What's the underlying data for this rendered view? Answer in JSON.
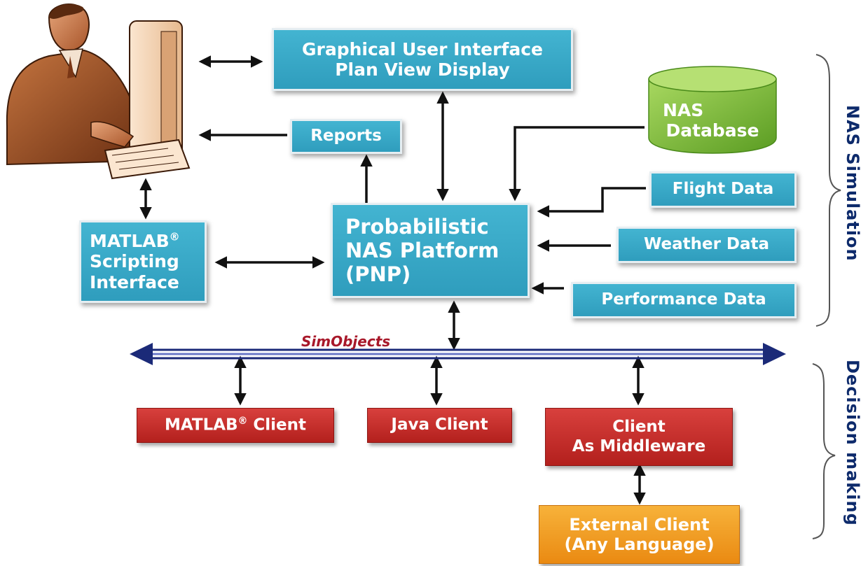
{
  "boxes": {
    "gui": {
      "line1": "Graphical User Interface",
      "line2": "Plan View Display"
    },
    "reports": {
      "label": "Reports"
    },
    "matlab_scripting": {
      "line1": "MATLAB",
      "line1_sup": "®",
      "line2": "Scripting",
      "line3": "Interface"
    },
    "pnp": {
      "line1": "Probabilistic",
      "line2": "NAS Platform",
      "line3": "(PNP)"
    },
    "nas_db": {
      "line1": "NAS",
      "line2": "Database"
    },
    "flight_data": {
      "label": "Flight Data"
    },
    "weather_data": {
      "label": "Weather Data"
    },
    "performance_data": {
      "label": "Performance Data"
    },
    "matlab_client": {
      "label_main": "MATLAB",
      "label_sup": "®",
      "label_tail": " Client"
    },
    "java_client": {
      "label": "Java Client"
    },
    "middleware": {
      "line1": "Client",
      "line2": "As Middleware"
    },
    "external": {
      "line1": "External Client",
      "line2": "(Any Language)"
    }
  },
  "bus": {
    "label": "SimObjects"
  },
  "braces": {
    "nas_simulation": "NAS Simulation",
    "decision_making": "Decision making"
  },
  "colors": {
    "blue_box": "#3aa9c8",
    "red_box": "#c92f2c",
    "orange_box": "#f09b1f",
    "database": "#7dbf3a",
    "bus": "#1b2a78",
    "label_navy": "#0d2a6b",
    "simobjects": "#a8182a"
  },
  "icons": {
    "user": "person-at-computer-icon",
    "database": "database-cylinder-icon"
  }
}
